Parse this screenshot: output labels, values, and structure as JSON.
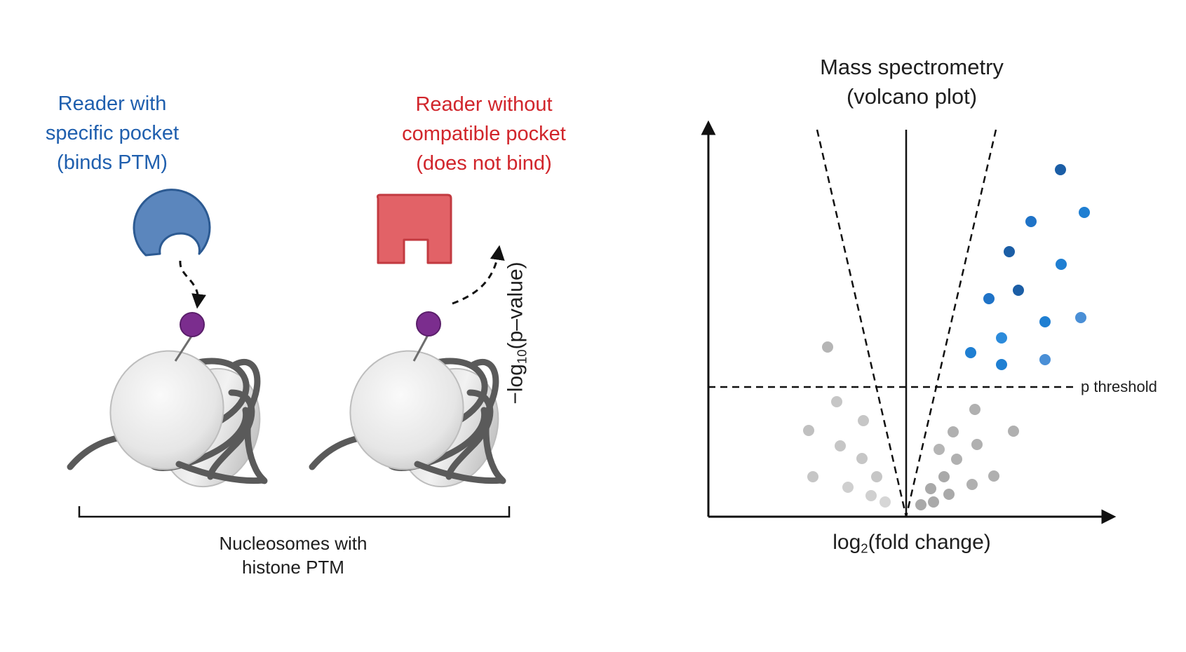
{
  "left_panel": {
    "reader_with": {
      "lines": [
        "Reader with",
        "specific pocket",
        "(binds PTM)"
      ],
      "color": "#1f5fae"
    },
    "reader_without": {
      "lines": [
        "Reader without",
        "compatible pocket",
        "(does not bind)"
      ],
      "color": "#d1252b"
    },
    "bracket_caption": [
      "Nucleosomes with",
      "histone PTM"
    ]
  },
  "right_panel": {
    "title": [
      "Mass spectrometry",
      "(volcano plot)"
    ],
    "threshold_label": "p threshold",
    "x_label": {
      "prefix": "log",
      "sub": "2",
      "suffix": "(fold change)"
    },
    "y_label": {
      "prefix": "−log",
      "sub": "10",
      "suffix": "(p–value)"
    }
  },
  "colors": {
    "reader_blue": "#5b86bd",
    "reader_red": "#e26267",
    "ptm_purple": "#7b2d8e",
    "significant_blue": "#1f73c7",
    "nonsignificant_gray": "#b5b5b5"
  }
}
